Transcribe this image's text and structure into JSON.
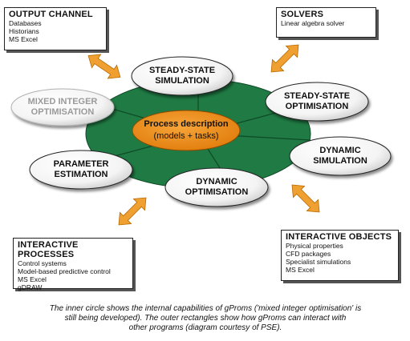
{
  "center": {
    "title": "Process description",
    "subtitle": "(models + tasks)"
  },
  "ovals": {
    "steady_state_simulation": [
      "STEADY-STATE",
      "SIMULATION"
    ],
    "mixed_integer_optimisation": [
      "MIXED INTEGER",
      "OPTIMISATION"
    ],
    "steady_state_optimisation": [
      "STEADY-STATE",
      "OPTIMISATION"
    ],
    "dynamic_simulation": [
      "DYNAMIC",
      "SIMULATION"
    ],
    "parameter_estimation": [
      "PARAMETER",
      "ESTIMATION"
    ],
    "dynamic_optimisation": [
      "DYNAMIC",
      "OPTIMISATION"
    ]
  },
  "boxes": {
    "output_channel": {
      "title": "OUTPUT CHANNEL",
      "items": [
        "Databases",
        "Historians",
        "MS Excel"
      ]
    },
    "solvers": {
      "title": "SOLVERS",
      "items": [
        "Linear algebra solver"
      ]
    },
    "interactive_processes": {
      "title": "INTERACTIVE PROCESSES",
      "items": [
        "Control systems",
        "Model-based predictive control",
        "MS Excel",
        "gDRAW"
      ]
    },
    "interactive_objects": {
      "title": "INTERACTIVE OBJECTS",
      "items": [
        "Physical properties",
        "CFD packages",
        "Specialist simulations",
        "MS Excel"
      ]
    }
  },
  "caption": [
    "The inner circle shows the internal capabilities of gProms ('mixed integer optimisation' is",
    "still being developed). The outer rectangles show how gProms can interact with",
    "other programs (diagram courtesy of PSE)."
  ],
  "colors": {
    "ring": "#1f7a43",
    "ring_lines": "#0f4a26",
    "center": "#ee8a12",
    "arrow": "#f0a030",
    "oval_fill": "#ffffff",
    "oval_muted_text": "#9a9a9a"
  }
}
